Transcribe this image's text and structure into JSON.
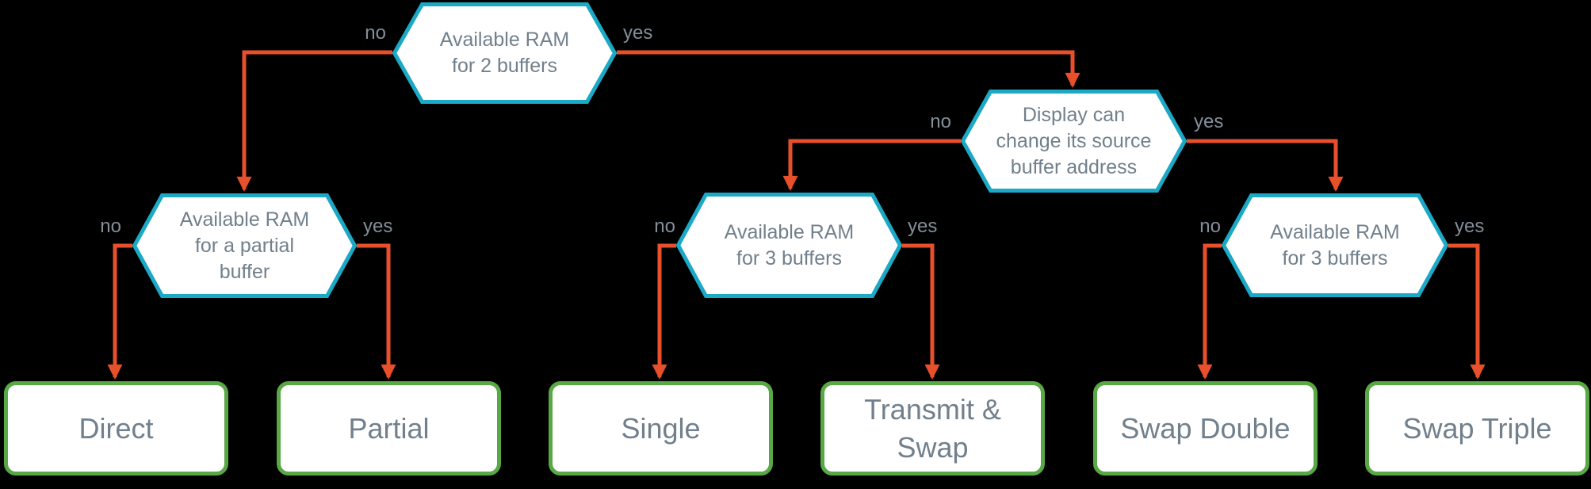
{
  "colors": {
    "background": "#000000",
    "decision_border": "#1BA9C6",
    "decision_fill": "#FFFFFF",
    "result_border": "#58A845",
    "result_fill": "#FFFFFF",
    "connector": "#E8502B",
    "node_text": "#71808C",
    "edge_label_text": "#848E99"
  },
  "nodes": {
    "ram2": {
      "lines": [
        "Available RAM",
        "for 2 buffers"
      ]
    },
    "partial_ram": {
      "lines": [
        "Available RAM",
        "for a partial",
        "buffer"
      ]
    },
    "display": {
      "lines": [
        "Display can",
        "change its source",
        "buffer address"
      ]
    },
    "ram3_left": {
      "lines": [
        "Available RAM",
        "for 3 buffers"
      ]
    },
    "ram3_right": {
      "lines": [
        "Available RAM",
        "for 3 buffers"
      ]
    }
  },
  "results": {
    "direct": {
      "label": "Direct"
    },
    "partial": {
      "label": "Partial"
    },
    "single": {
      "label": "Single"
    },
    "transmit_swap": {
      "lines": [
        "Transmit &",
        "Swap"
      ]
    },
    "swap_double": {
      "label": "Swap Double"
    },
    "swap_triple": {
      "label": "Swap Triple"
    }
  },
  "edges": {
    "ram2": {
      "no": "no",
      "yes": "yes"
    },
    "partial_ram": {
      "no": "no",
      "yes": "yes"
    },
    "display": {
      "no": "no",
      "yes": "yes"
    },
    "ram3_left": {
      "no": "no",
      "yes": "yes"
    },
    "ram3_right": {
      "no": "no",
      "yes": "yes"
    }
  }
}
